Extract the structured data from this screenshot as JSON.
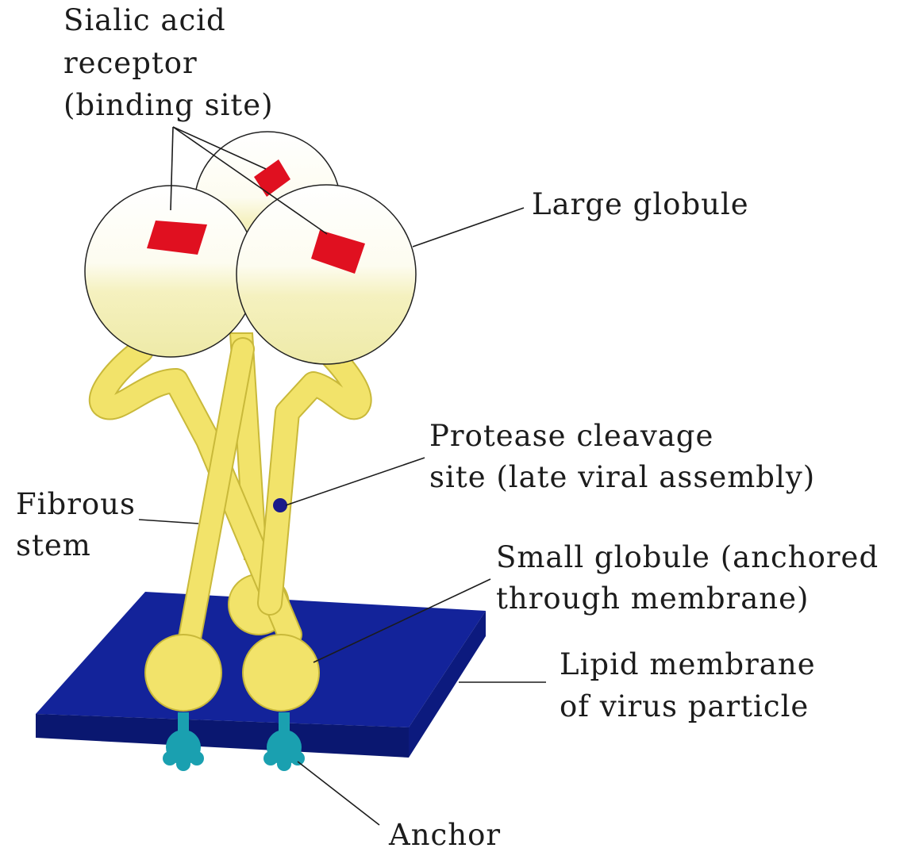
{
  "labels": {
    "sialic_line1": "Sialic acid",
    "sialic_line2": "receptor",
    "sialic_line3": "(binding site)",
    "large_globule": "Large globule",
    "protease_line1": "Protease cleavage",
    "protease_line2": "site (late viral assembly)",
    "fibrous_line1": "Fibrous",
    "fibrous_line2": "stem",
    "small_line1": "Small globule (anchored",
    "small_line2": "through membrane)",
    "lipid_line1": "Lipid membrane",
    "lipid_line2": "of virus particle",
    "anchor": "Anchor"
  },
  "colors": {
    "membrane_top": "#13239a",
    "membrane_side": "#0a1770",
    "stem": "#f2e36a",
    "stem_edge": "#c9b93a",
    "globule_highlight": "#ffffff",
    "globule_shade": "#f3f0b8",
    "binding_site": "#e01020",
    "cleavage_site": "#1a1a8a",
    "anchor": "#1aa0b0",
    "text": "#1c1c1c"
  }
}
